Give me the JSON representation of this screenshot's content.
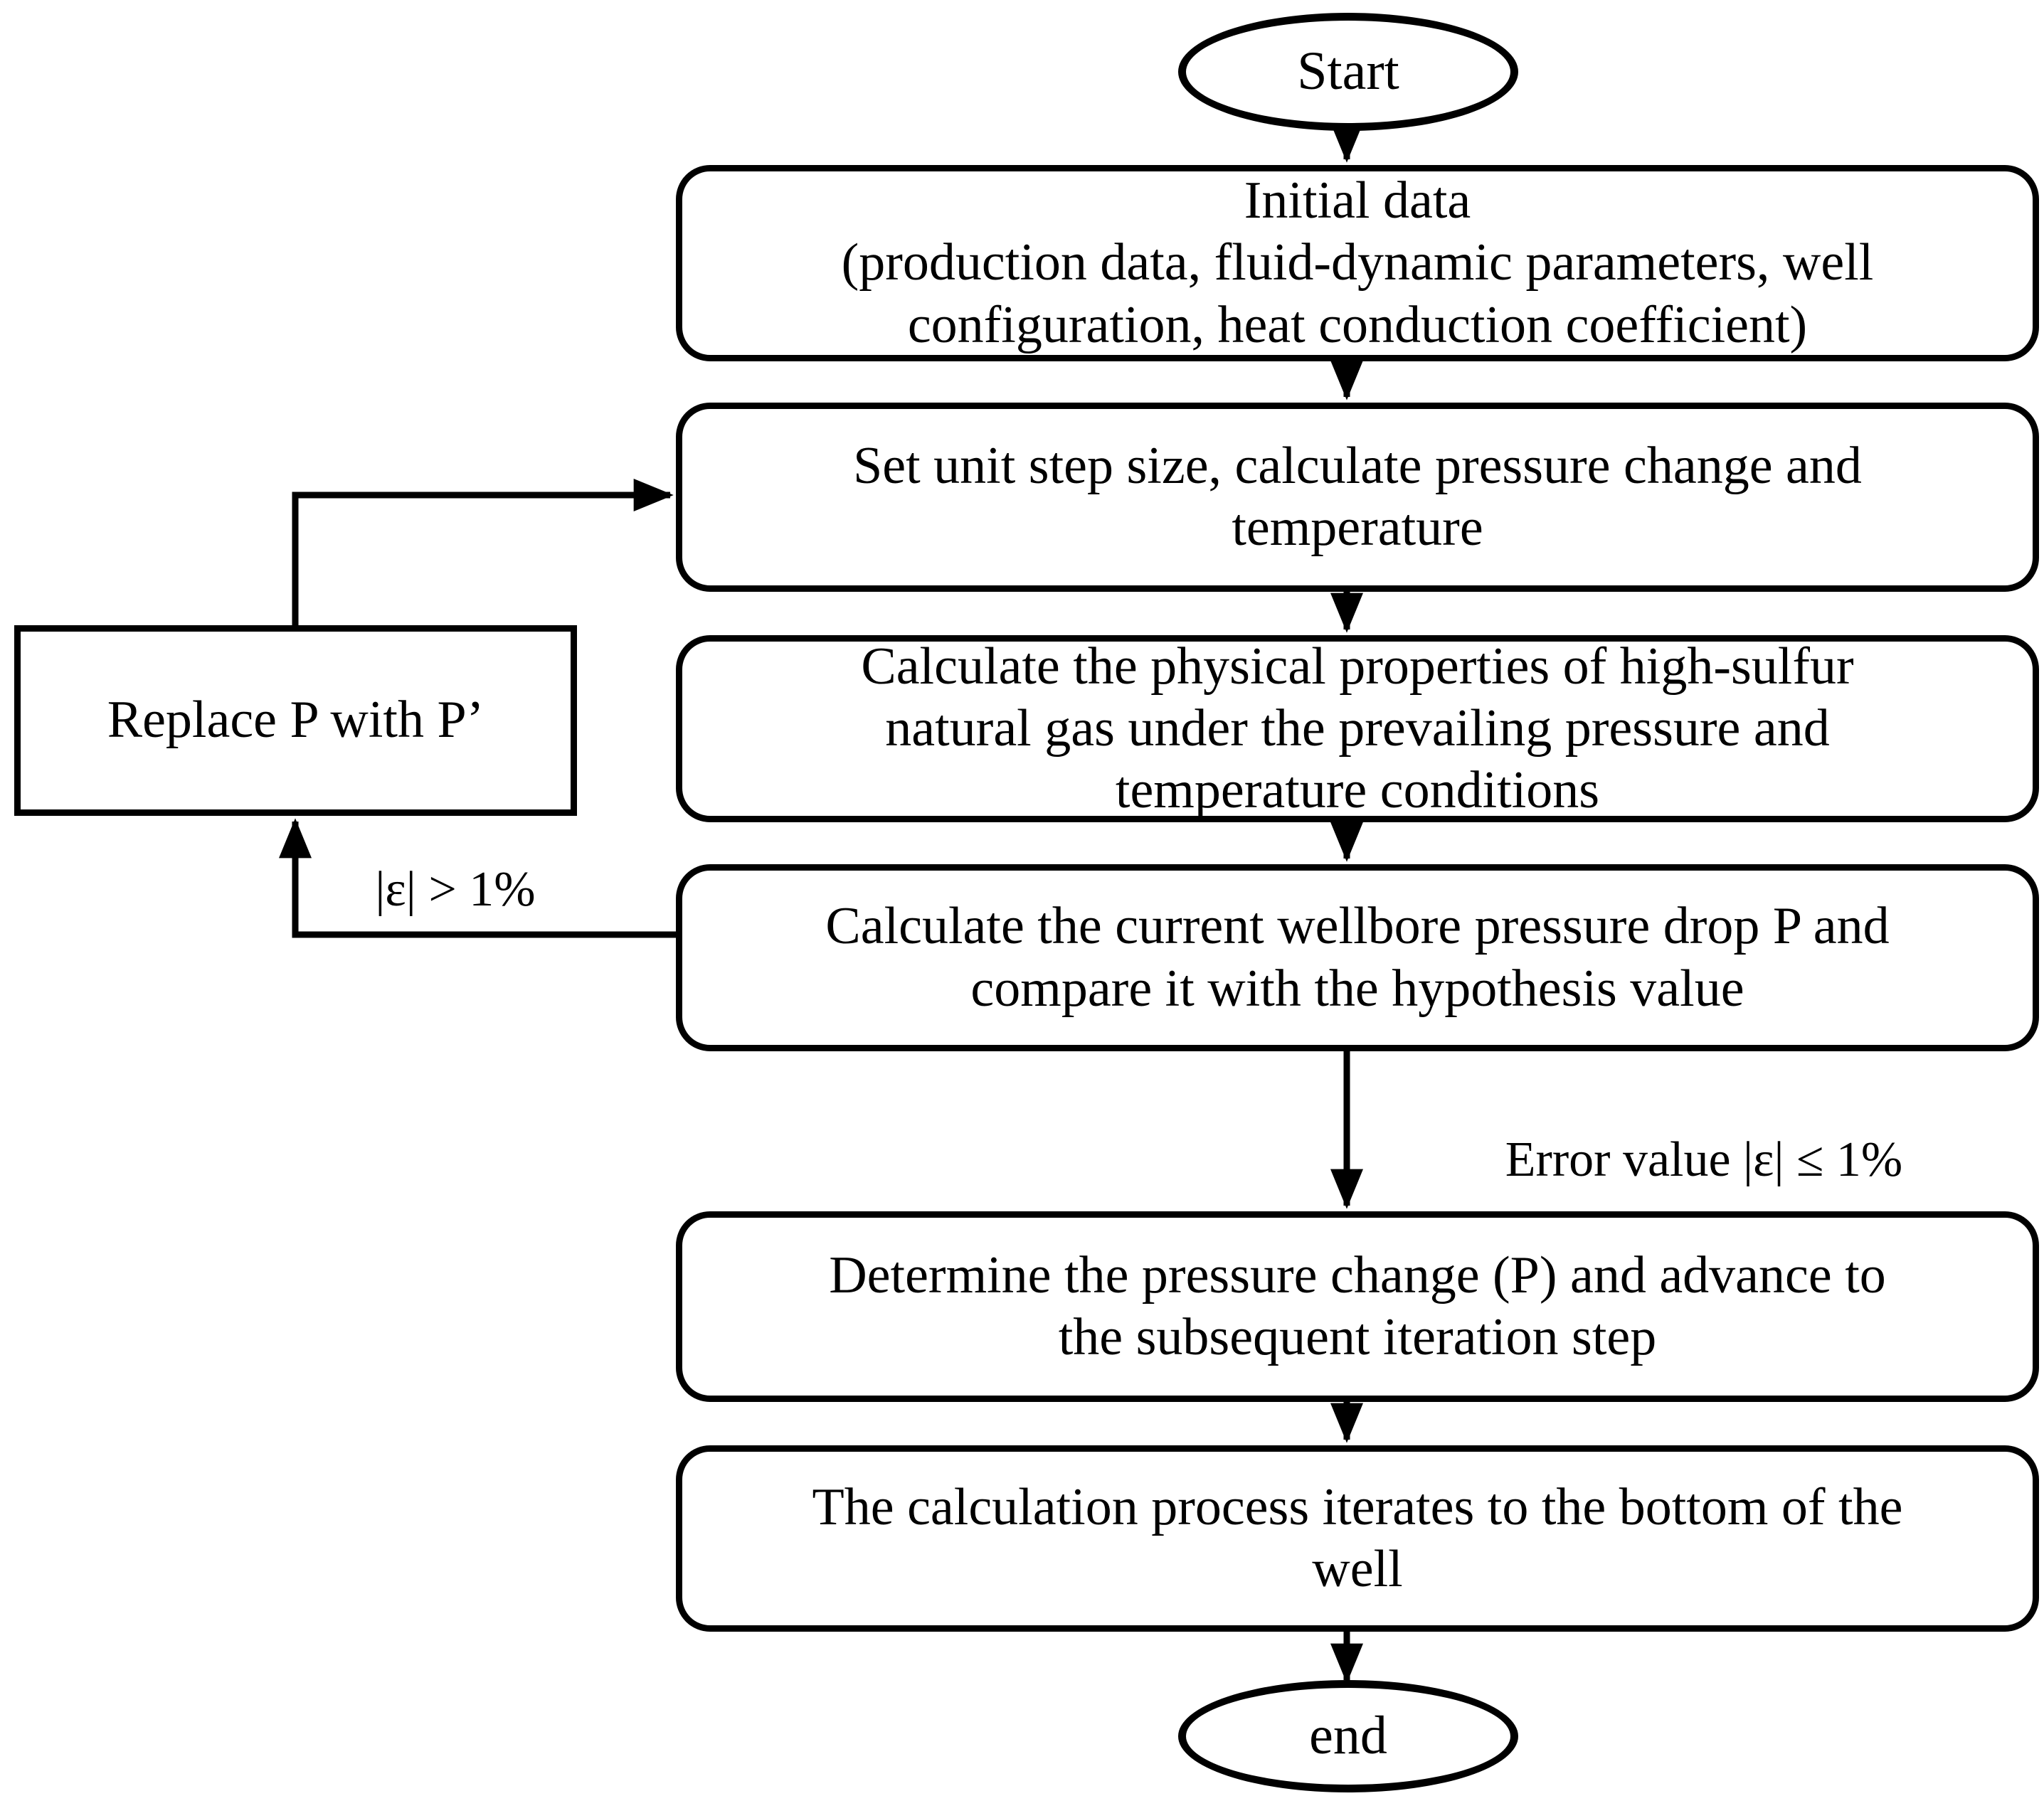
{
  "figure": {
    "background": "#ffffff",
    "stroke_color": "#000000",
    "nodes": {
      "start": "Start",
      "initial_data": "Initial data\n(production data, fluid-dynamic parameters, well\nconfiguration, heat conduction coefficient)",
      "set_step": "Set unit step size, calculate pressure change and\ntemperature",
      "physical_properties": "Calculate the physical properties of high-sulfur\nnatural gas under the prevailing pressure and\ntemperature conditions",
      "wellbore_pressure": "Calculate the current wellbore pressure drop P and\ncompare it with the hypothesis value",
      "replace_p": "Replace P with P’",
      "determine_pressure": "Determine the pressure change (P) and advance to\nthe subsequent iteration step",
      "iterate_bottom": "The calculation process iterates to the bottom of the\nwell",
      "end": "end"
    },
    "edge_labels": {
      "loop_condition": "|ε| > 1%",
      "exit_condition": "Error value |ε| ≤ 1%"
    }
  }
}
